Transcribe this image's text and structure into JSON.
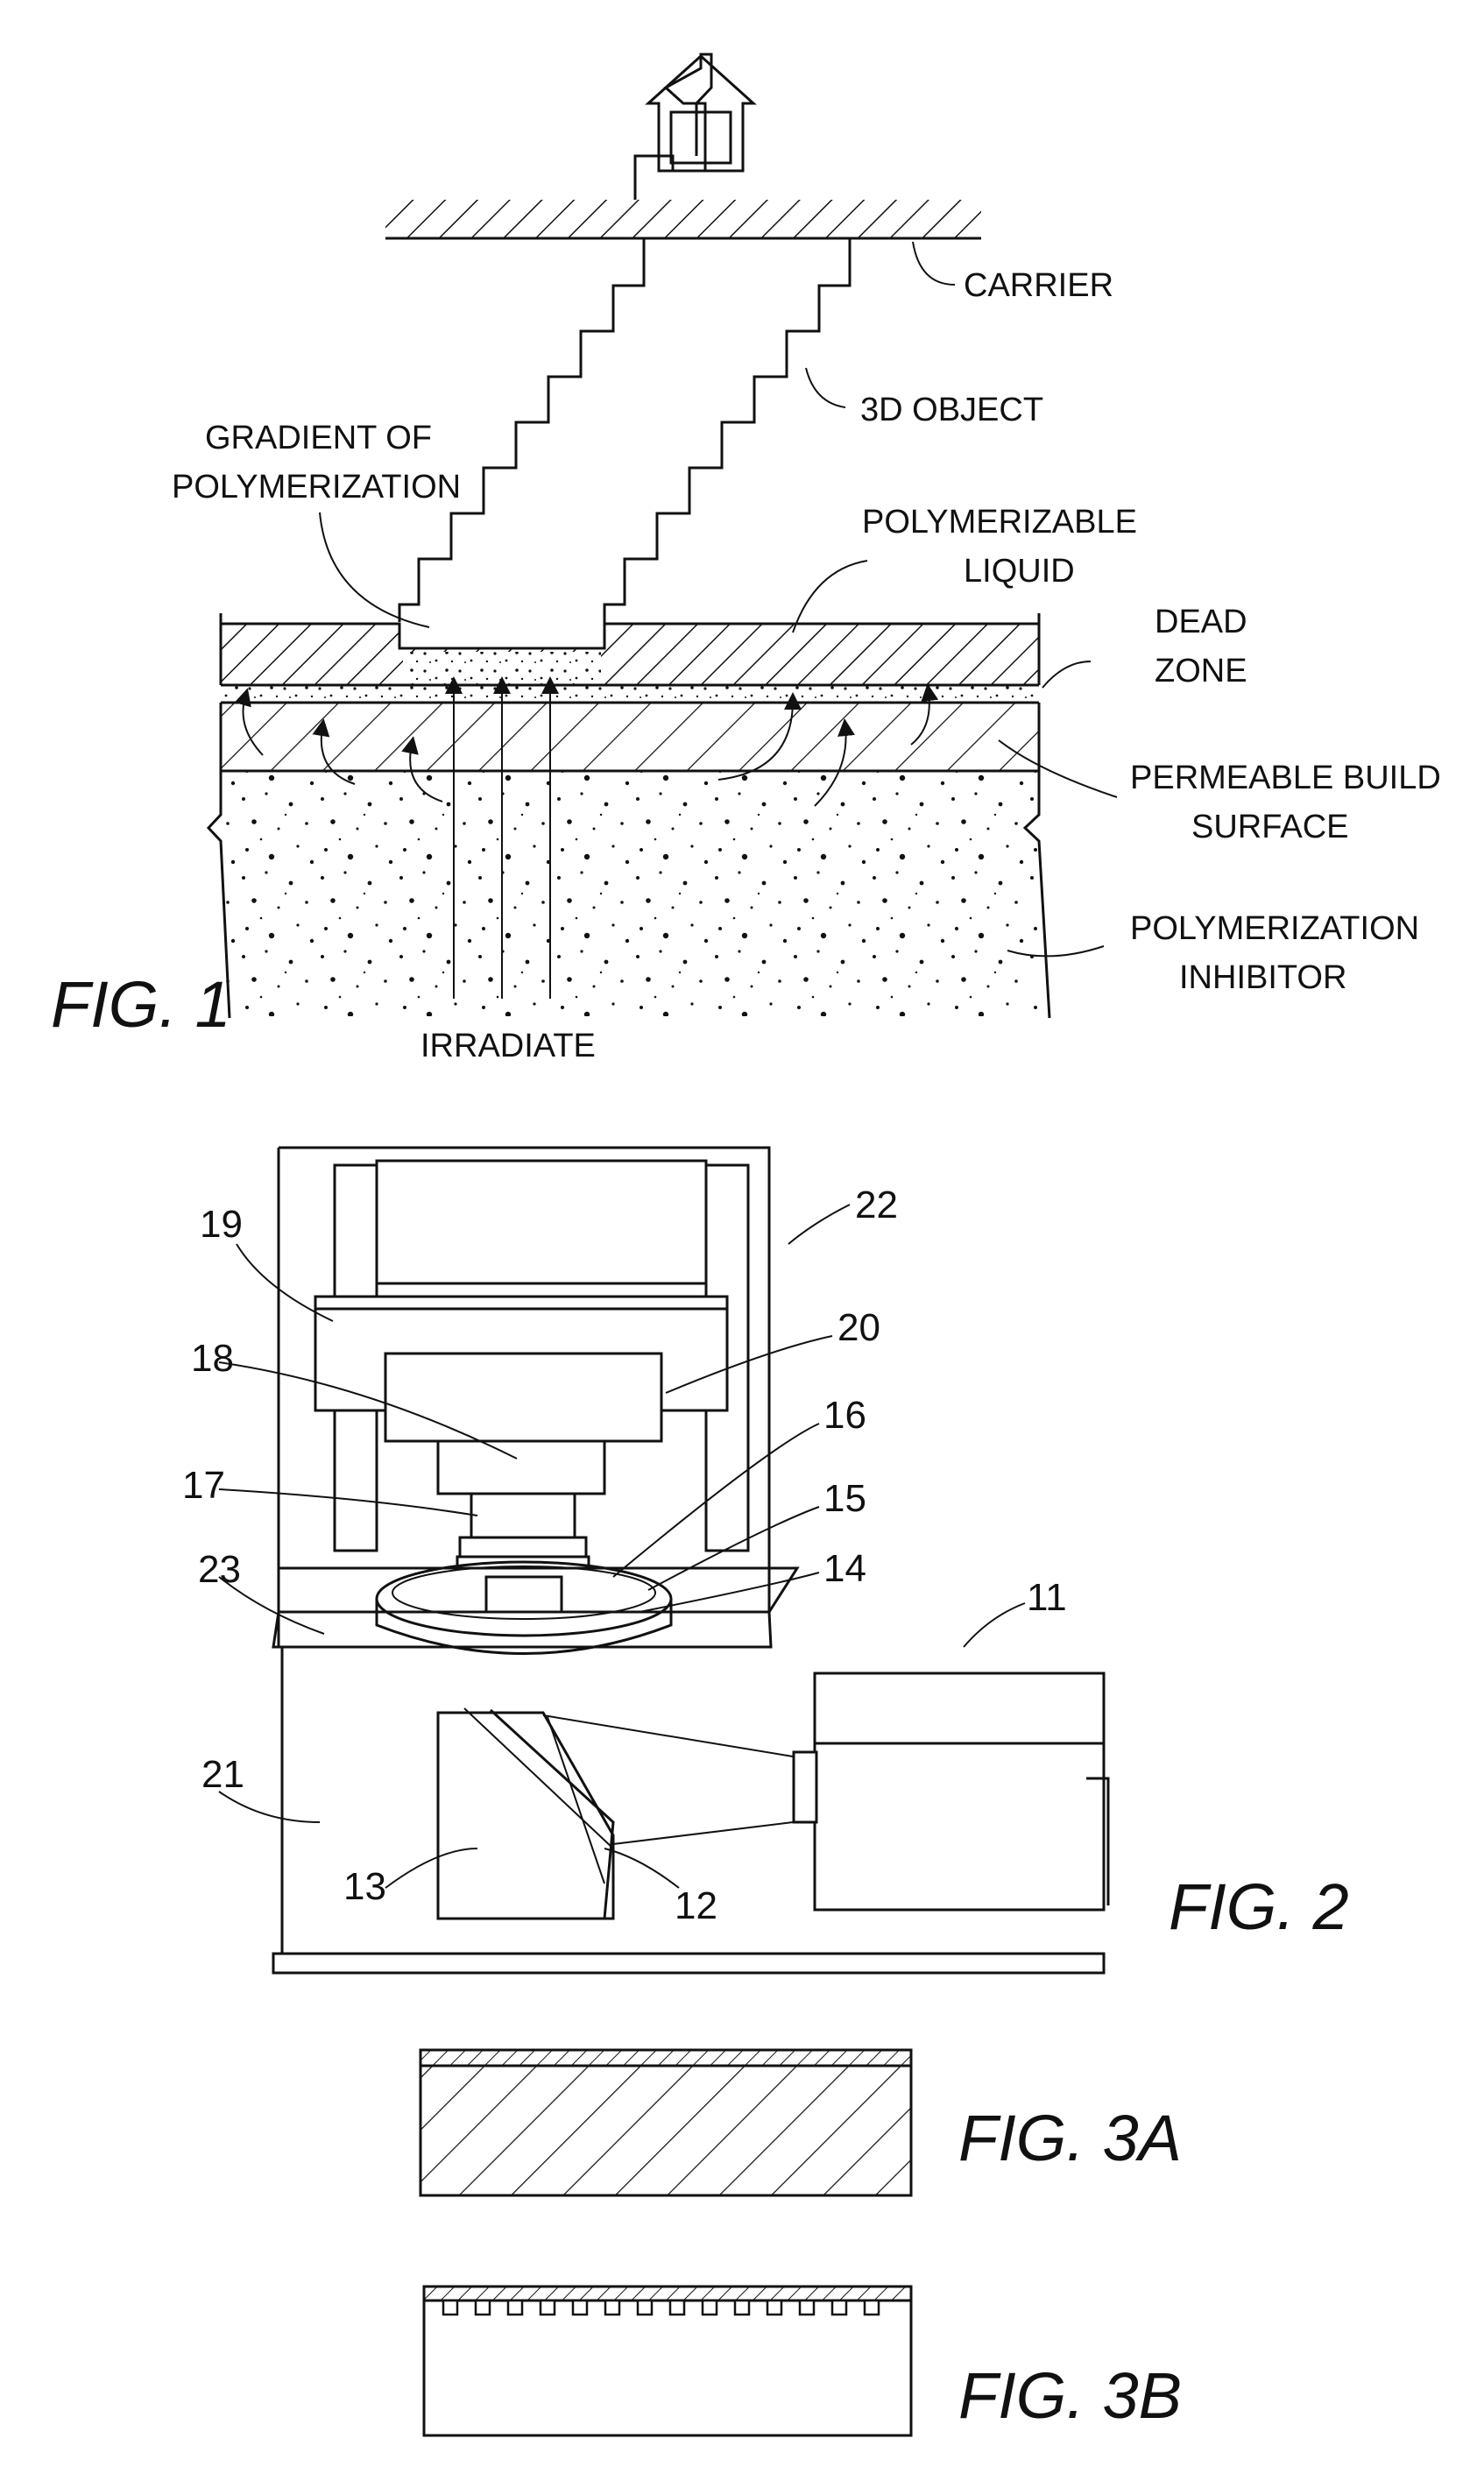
{
  "fig1": {
    "title": "FIG. 1",
    "labels": {
      "carrier": "CARRIER",
      "object": "3D OBJECT",
      "gradient_1": "GRADIENT OF",
      "gradient_2": "POLYMERIZATION",
      "liquid_1": "POLYMERIZABLE",
      "liquid_2": "LIQUID",
      "dead_1": "DEAD",
      "dead_2": "ZONE",
      "surface_1": "PERMEABLE BUILD",
      "surface_2": "SURFACE",
      "inhibitor_1": "POLYMERIZATION",
      "inhibitor_2": "INHIBITOR",
      "irradiate": "IRRADIATE"
    }
  },
  "fig2": {
    "title": "FIG. 2",
    "refs": [
      "11",
      "12",
      "13",
      "14",
      "15",
      "16",
      "17",
      "18",
      "19",
      "20",
      "21",
      "22",
      "23"
    ]
  },
  "fig3a": {
    "title": "FIG. 3A"
  },
  "fig3b": {
    "title": "FIG. 3B"
  }
}
